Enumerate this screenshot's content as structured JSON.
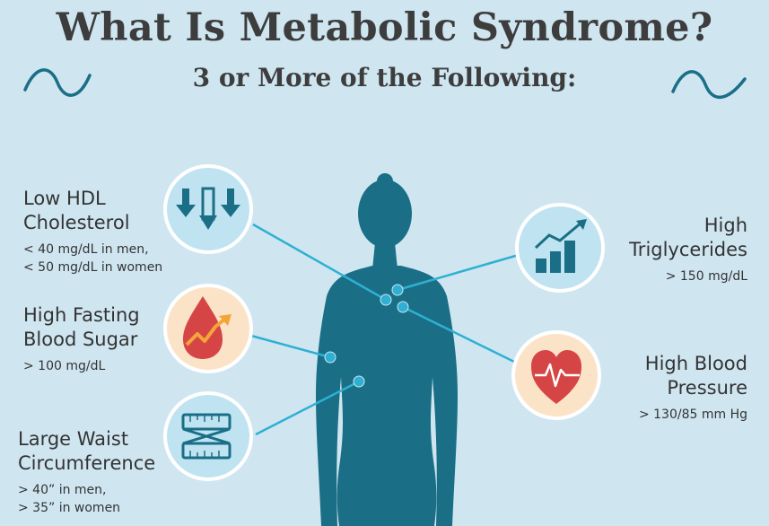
{
  "title": "What Is Metabolic Syndrome?",
  "subtitle": "3 or More of the Following:",
  "colors": {
    "background": "#cfe6f1",
    "silhouette": "#1a6f86",
    "connector": "#2fb0d2",
    "circle_blue": "#bfe3f1",
    "circle_peach": "#fbe3c8",
    "text": "#333333"
  },
  "items": {
    "hdl": {
      "name_line1": "Low HDL",
      "name_line2": "Cholesterol",
      "detail_line1": "< 40 mg/dL in men,",
      "detail_line2": "< 50 mg/dL in women",
      "icon": "down-arrows-icon"
    },
    "sugar": {
      "name_line1": "High Fasting",
      "name_line2": "Blood Sugar",
      "detail_line1": "> 100 mg/dL",
      "icon": "blood-drop-icon"
    },
    "waist": {
      "name_line1": "Large Waist",
      "name_line2": "Circumference",
      "detail_line1": "> 40” in men,",
      "detail_line2": "> 35” in women",
      "icon": "measuring-tape-icon"
    },
    "triglycerides": {
      "name_line1": "High",
      "name_line2": "Triglycerides",
      "detail_line1": "> 150 mg/dL",
      "icon": "bar-chart-icon"
    },
    "pressure": {
      "name_line1": "High Blood",
      "name_line2": "Pressure",
      "detail_line1": "> 130/85 mm Hg",
      "icon": "heart-pulse-icon"
    }
  }
}
